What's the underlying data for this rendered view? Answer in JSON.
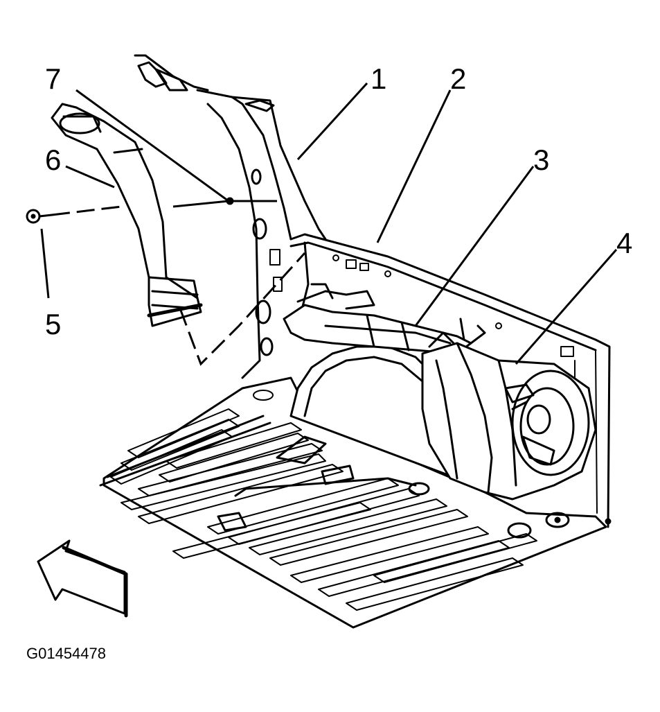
{
  "figure": {
    "id": "G01454478",
    "callouts": [
      {
        "key": "c1",
        "label": "1"
      },
      {
        "key": "c2",
        "label": "2"
      },
      {
        "key": "c3",
        "label": "3"
      },
      {
        "key": "c4",
        "label": "4"
      },
      {
        "key": "c5",
        "label": "5"
      },
      {
        "key": "c6",
        "label": "6"
      },
      {
        "key": "c7",
        "label": "7"
      }
    ]
  }
}
